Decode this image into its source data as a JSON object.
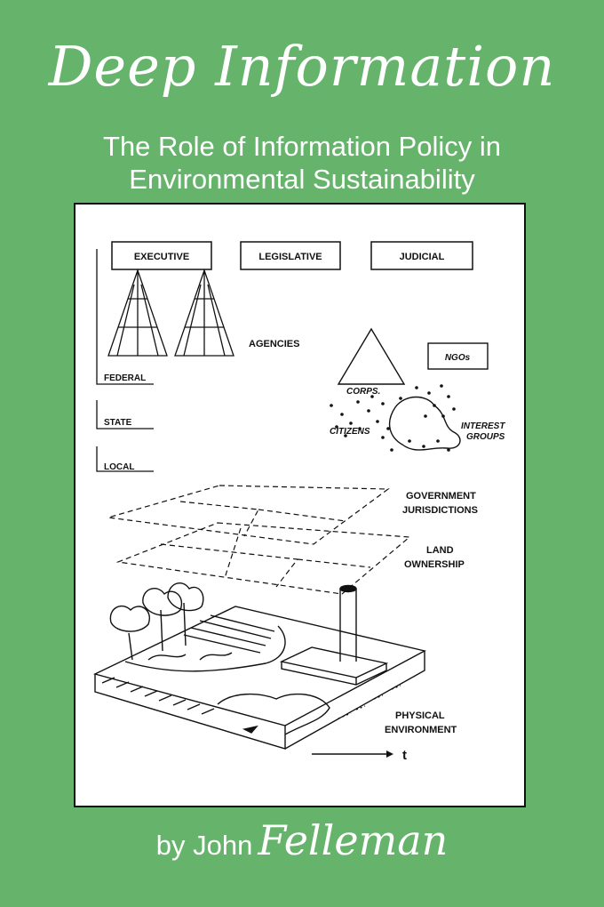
{
  "cover": {
    "title": "Deep Information",
    "subtitle_line1": "The Role of Information Policy in",
    "subtitle_line2": "Environmental Sustainability",
    "by": "by John",
    "author_last": "Felleman",
    "background_color": "#66b36b"
  },
  "figure": {
    "branches": [
      "EXECUTIVE",
      "LEGISLATIVE",
      "JUDICIAL"
    ],
    "agencies": "AGENCIES",
    "levels": [
      "FEDERAL",
      "STATE",
      "LOCAL"
    ],
    "ngos": "NGOs",
    "corps": "CORPS.",
    "citizens": "CITIZENS",
    "interest_line1": "INTEREST",
    "interest_line2": "GROUPS",
    "gov_line1": "GOVERNMENT",
    "gov_line2": "JURISDICTIONS",
    "land_line1": "LAND",
    "land_line2": "OWNERSHIP",
    "phys_line1": "PHYSICAL",
    "phys_line2": "ENVIRONMENT",
    "time_axis": "t"
  }
}
